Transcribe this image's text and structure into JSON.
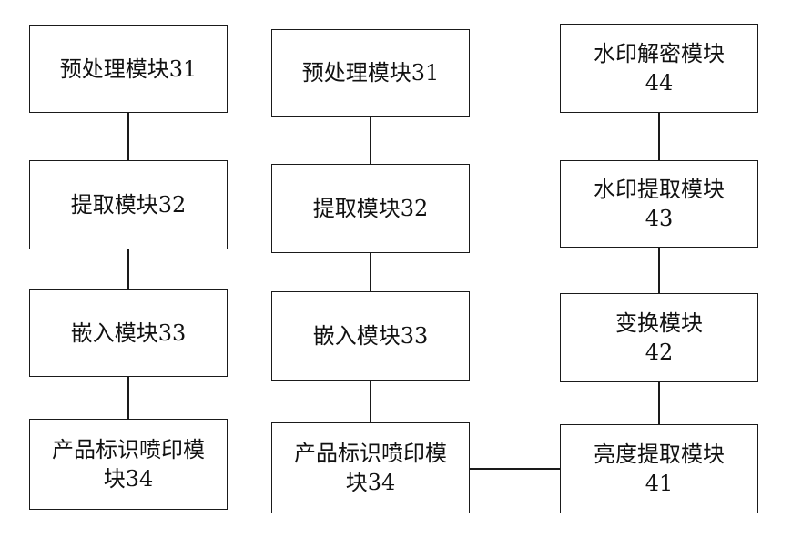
{
  "columns": [
    {
      "boxes": [
        {
          "lines": [
            "预处理模块31"
          ]
        },
        {
          "lines": [
            "提取模块32"
          ]
        },
        {
          "lines": [
            "嵌入模块33"
          ]
        },
        {
          "lines": [
            "产品标识喷印模",
            "块34"
          ]
        }
      ]
    },
    {
      "boxes": [
        {
          "lines": [
            "预处理模块31"
          ]
        },
        {
          "lines": [
            "提取模块32"
          ]
        },
        {
          "lines": [
            "嵌入模块33"
          ]
        },
        {
          "lines": [
            "产品标识喷印模",
            "块34"
          ]
        }
      ]
    },
    {
      "boxes": [
        {
          "lines": [
            "水印解密模块",
            "44"
          ]
        },
        {
          "lines": [
            "水印提取模块",
            "43"
          ]
        },
        {
          "lines": [
            "变换模块",
            "42"
          ]
        },
        {
          "lines": [
            "亮度提取模块",
            "41"
          ]
        }
      ]
    }
  ],
  "colors": {
    "line": "#1a1a1a",
    "text": "#111111",
    "background": "#ffffff"
  }
}
